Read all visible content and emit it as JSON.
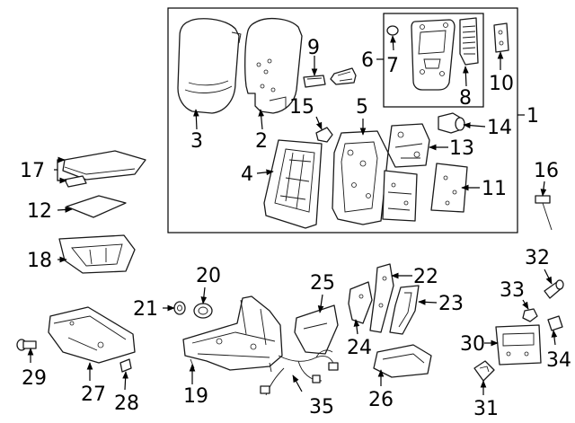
{
  "callouts": {
    "c1": "1",
    "c2": "2",
    "c3": "3",
    "c4": "4",
    "c5": "5",
    "c6": "6",
    "c7": "7",
    "c8": "8",
    "c9": "9",
    "c10": "10",
    "c11": "11",
    "c12": "12",
    "c13": "13",
    "c14": "14",
    "c15": "15",
    "c16": "16",
    "c17": "17",
    "c18": "18",
    "c19": "19",
    "c20": "20",
    "c21": "21",
    "c22": "22",
    "c23": "23",
    "c24": "24",
    "c25": "25",
    "c26": "26",
    "c27": "27",
    "c28": "28",
    "c29": "29",
    "c30": "30",
    "c31": "31",
    "c32": "32",
    "c33": "33",
    "c34": "34",
    "c35": "35"
  },
  "colors": {
    "ink": "#1a1a1a",
    "background": "#ffffff"
  }
}
